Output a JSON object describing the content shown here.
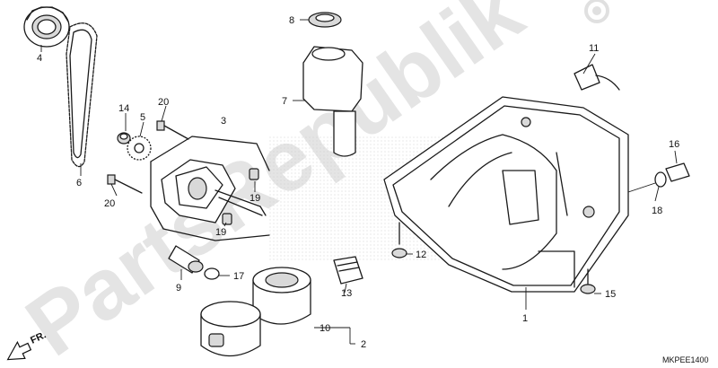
{
  "watermark": "PartsRepublik",
  "diagram_code": "MKPEE1400",
  "front_marker": "FR.",
  "callouts": {
    "c1": "1",
    "c2": "2",
    "c3": "3",
    "c4": "4",
    "c5": "5",
    "c6": "6",
    "c7": "7",
    "c8": "8",
    "c9": "9",
    "c10": "10",
    "c11": "11",
    "c12": "12",
    "c13": "13",
    "c14": "14",
    "c15": "15",
    "c16": "16",
    "c17": "17",
    "c18": "18",
    "c19a": "19",
    "c19b": "19",
    "c20a": "20",
    "c20b": "20"
  }
}
